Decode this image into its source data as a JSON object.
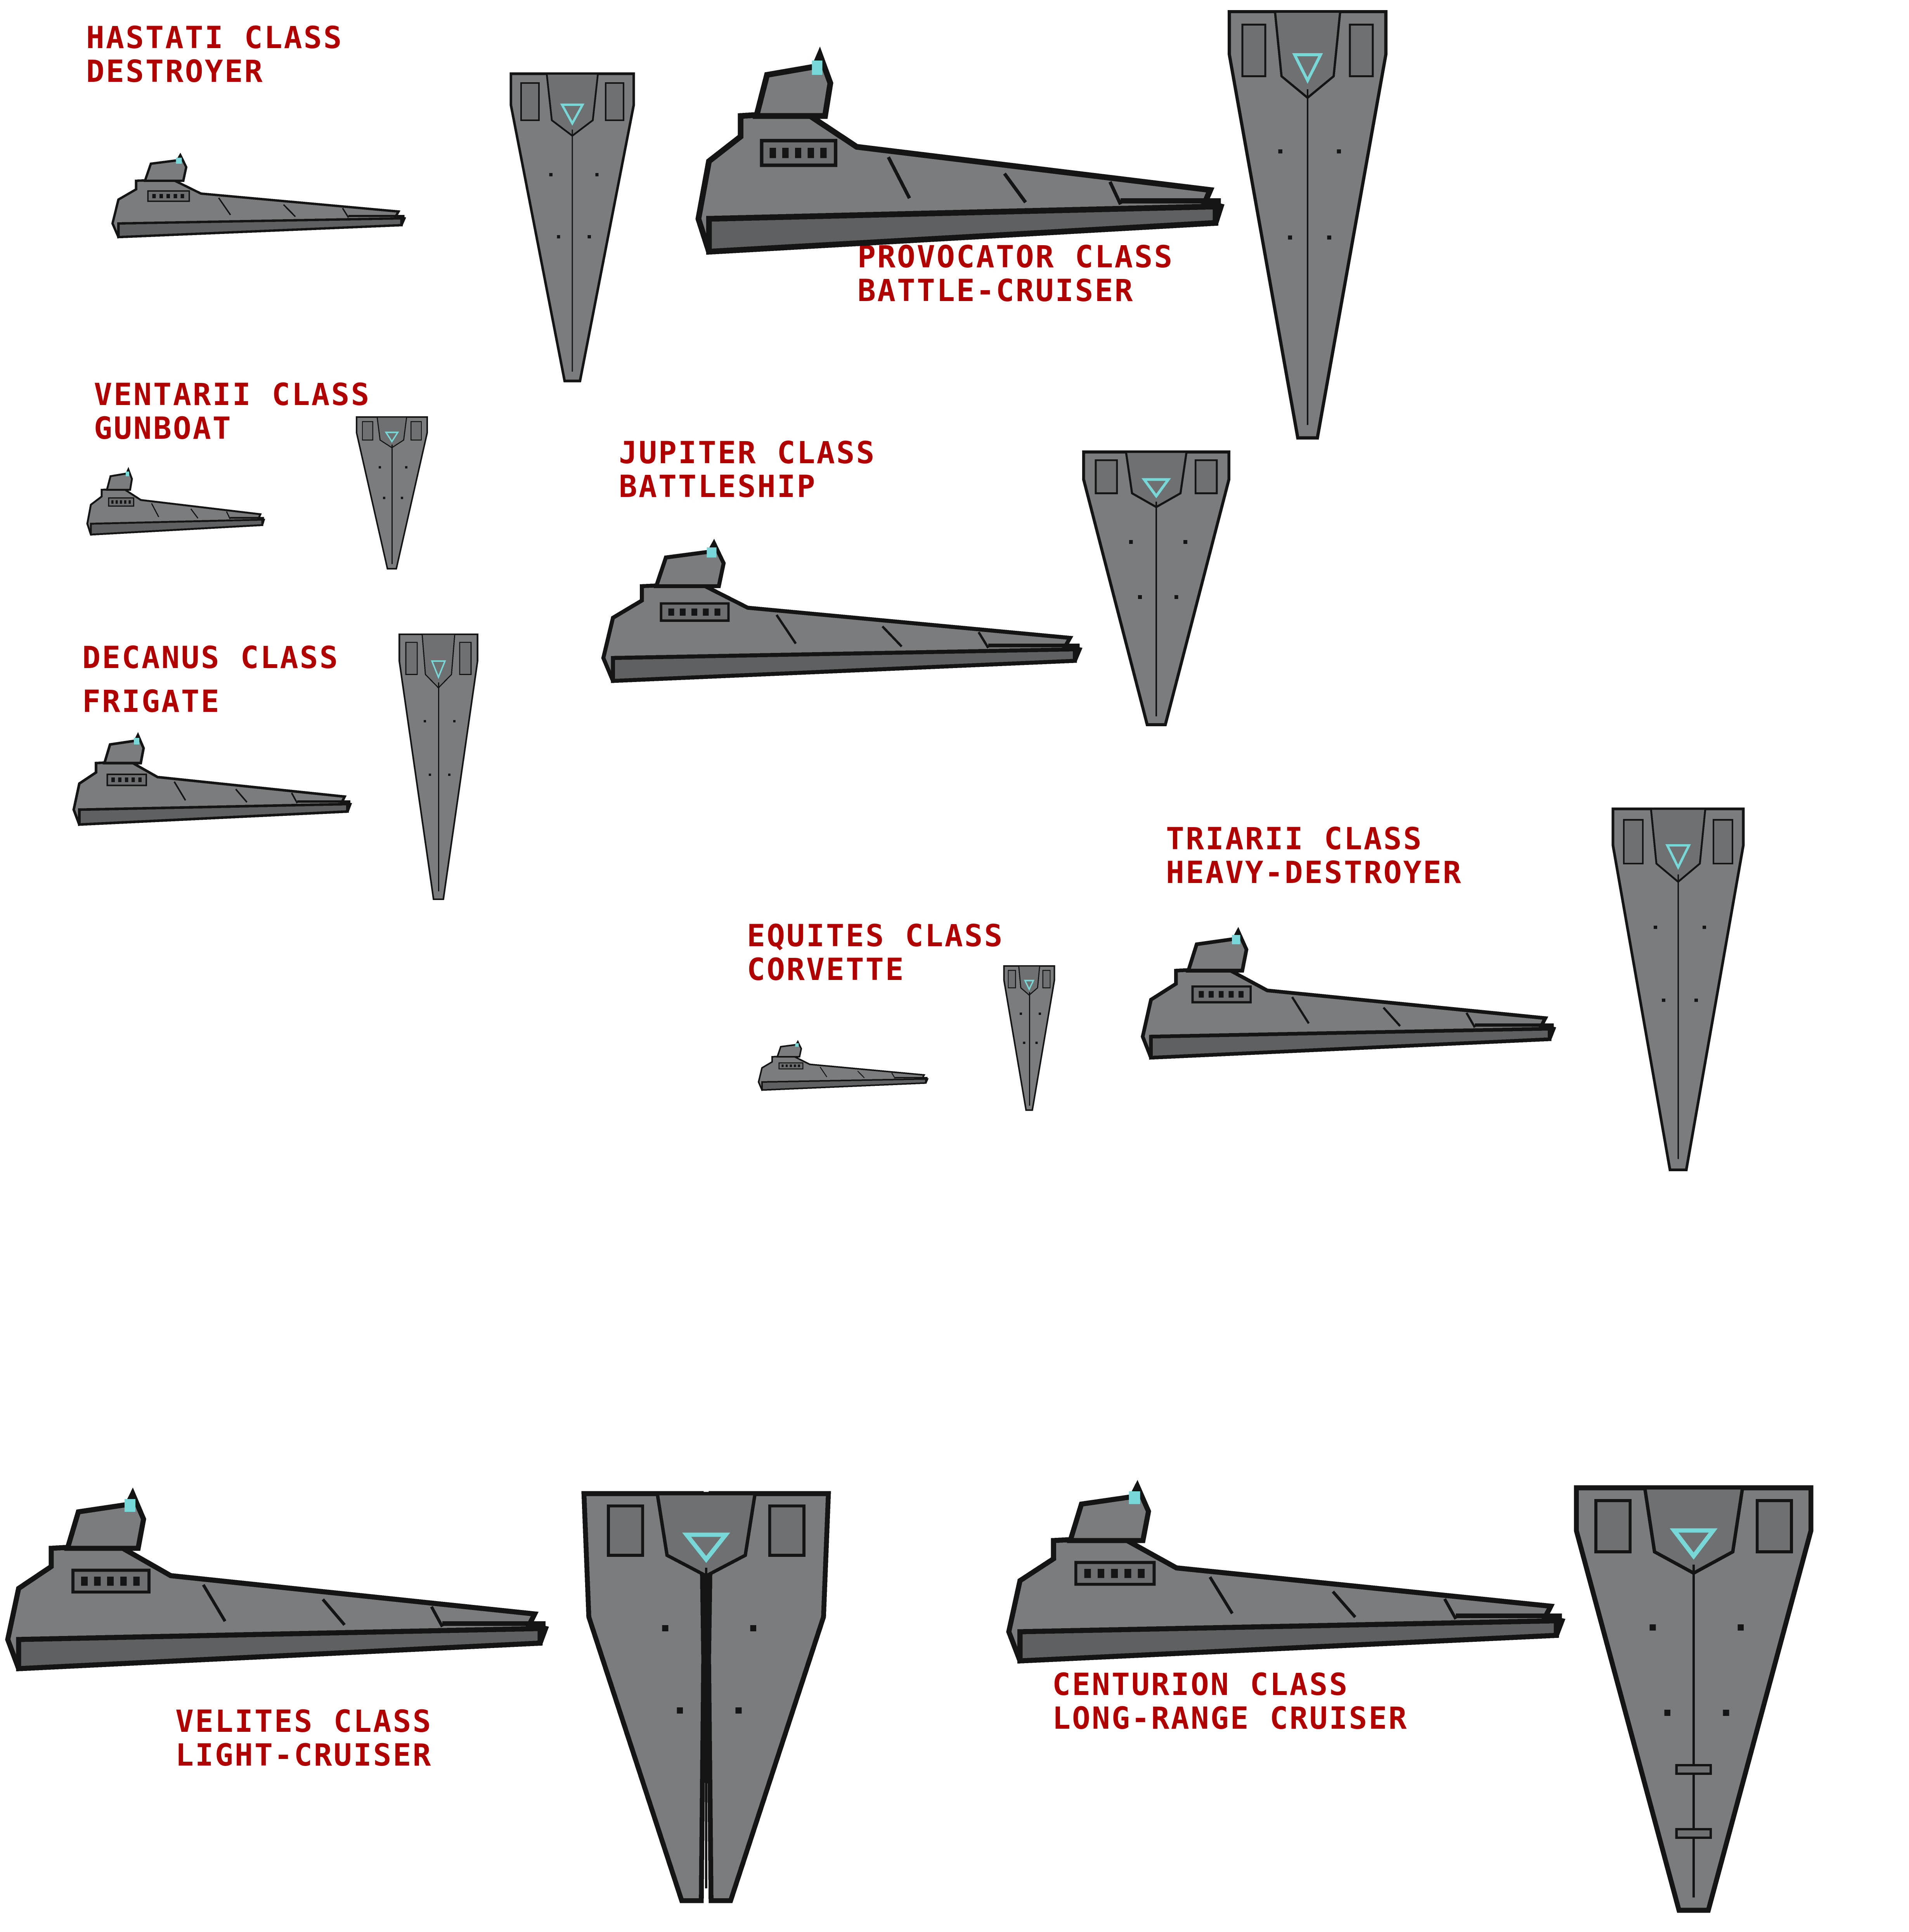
{
  "hastati": {
    "line1": "HASTATI CLASS",
    "line2": "DESTROYER"
  },
  "provocator": {
    "line1": "PROVOCATOR CLASS",
    "line2": "BATTLE-CRUISER"
  },
  "ventarii": {
    "line1": "VENTARII CLASS",
    "line2": "GUNBOAT"
  },
  "jupiter": {
    "line1": "JUPITER CLASS",
    "line2": "BATTLESHIP"
  },
  "decanus": {
    "line1": "DECANUS CLASS",
    "line2": "FRIGATE"
  },
  "triarii": {
    "line1": "TRIARII CLASS",
    "line2": "HEAVY-DESTROYER"
  },
  "equites": {
    "line1": "EQUITES CLASS",
    "line2": "CORVETTE"
  },
  "velites": {
    "line1": "VELITES CLASS",
    "line2": "LIGHT-CRUISER"
  },
  "centurion": {
    "line1": "CENTURION CLASS",
    "line2": "LONG-RANGE CRUISER"
  },
  "colors": {
    "label": "#b00000",
    "hull": "#7a7c7d",
    "outline": "#141414",
    "accent": "#78d8d8",
    "background": "#ffffff"
  }
}
